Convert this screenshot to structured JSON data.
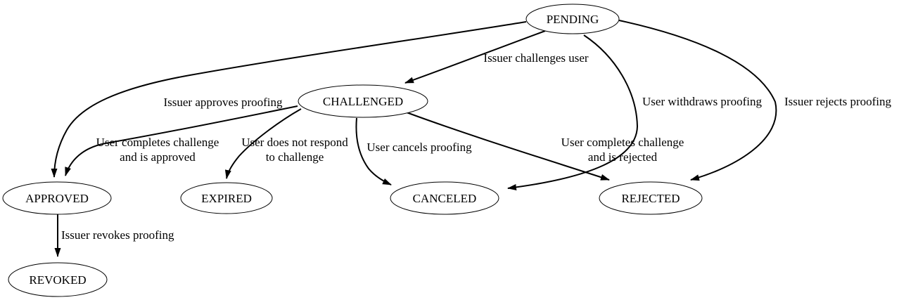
{
  "diagram": {
    "type": "state-machine",
    "background_color": "#ffffff",
    "stroke_color": "#000000",
    "text_color": "#000000",
    "nodes": [
      {
        "id": "pending",
        "label": "PENDING"
      },
      {
        "id": "challenged",
        "label": "CHALLENGED"
      },
      {
        "id": "approved",
        "label": "APPROVED"
      },
      {
        "id": "expired",
        "label": "EXPIRED"
      },
      {
        "id": "canceled",
        "label": "CANCELED"
      },
      {
        "id": "rejected",
        "label": "REJECTED"
      },
      {
        "id": "revoked",
        "label": "REVOKED"
      }
    ],
    "edges": [
      {
        "from": "PENDING",
        "to": "CHALLENGED",
        "label_lines": [
          "Issuer challenges user"
        ]
      },
      {
        "from": "PENDING",
        "to": "APPROVED",
        "label_lines": [
          "Issuer approves proofing"
        ]
      },
      {
        "from": "PENDING",
        "to": "CANCELED",
        "label_lines": [
          "User withdraws proofing"
        ]
      },
      {
        "from": "PENDING",
        "to": "REJECTED",
        "label_lines": [
          "Issuer rejects proofing"
        ]
      },
      {
        "from": "CHALLENGED",
        "to": "APPROVED",
        "label_lines": [
          "User completes challenge",
          "and is approved"
        ]
      },
      {
        "from": "CHALLENGED",
        "to": "EXPIRED",
        "label_lines": [
          "User does not respond",
          "to challenge"
        ]
      },
      {
        "from": "CHALLENGED",
        "to": "CANCELED",
        "label_lines": [
          "User cancels proofing"
        ]
      },
      {
        "from": "CHALLENGED",
        "to": "REJECTED",
        "label_lines": [
          "User completes challenge",
          "and is rejected"
        ]
      },
      {
        "from": "APPROVED",
        "to": "REVOKED",
        "label_lines": [
          "Issuer revokes proofing"
        ]
      }
    ]
  }
}
